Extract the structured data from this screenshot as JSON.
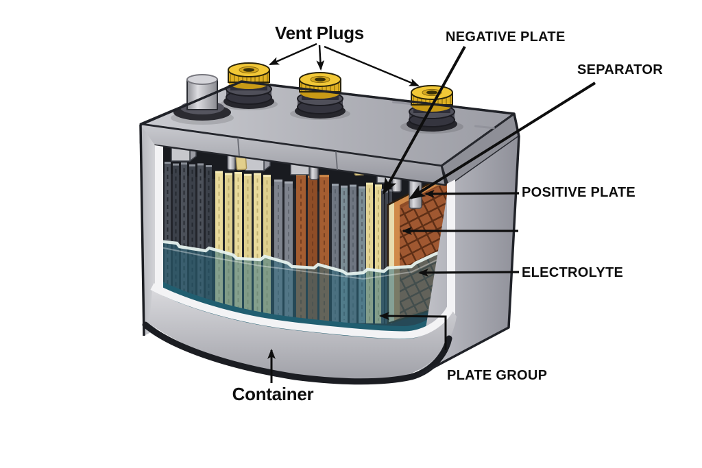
{
  "figure": {
    "labels": {
      "vent_plugs": "Vent Plugs",
      "negative_plate": "NEGATIVE PLATE",
      "separator": "SEPARATOR",
      "positive_plate": "POSITIVE PLATE",
      "electrolyte": "ELECTROLYTE",
      "plate_group": "PLATE GROUP",
      "container": "Container"
    },
    "colors": {
      "background": "#FFFFFF",
      "vent_plug_yellow": "#F2C837",
      "terminal_gray": "#C0C1C7",
      "lid_gray": "#B3B4BB",
      "container_gray": "#C8C9CE",
      "negative_plate_dark": "#4A4F58",
      "separator_cream": "#E9DA9B",
      "positive_plate_brown": "#9A5530",
      "electrolyte_teal": "#3E7E8C",
      "outline_black": "#1E2025",
      "label_text": "#0E0E0E"
    }
  }
}
